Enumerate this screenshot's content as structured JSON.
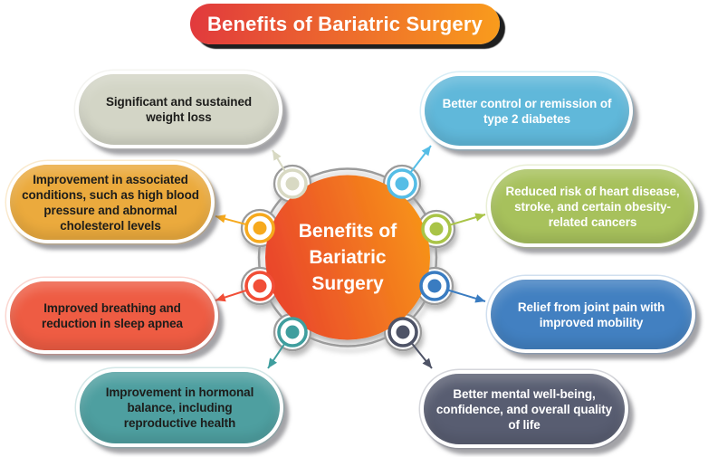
{
  "page": {
    "background": "#ffffff"
  },
  "title": {
    "label": "Benefits of Bariatric Surgery",
    "gradient_start": "#e1393d",
    "gradient_end": "#f99c1c",
    "text_color": "#ffffff"
  },
  "center": {
    "label": "Benefits of Bariatric Surgery",
    "gradient_start": "#e9432d",
    "gradient_end": "#f79318",
    "text_color": "#ffffff",
    "ring_color": "#9b9b9b"
  },
  "benefits": [
    {
      "id": "weight-loss",
      "label": "Significant and sustained weight loss",
      "color": "#d3d5c6",
      "text_color": "#1d1d1b",
      "connector_color": "#d8d9c3"
    },
    {
      "id": "type-2-diabetes",
      "label": "Better control or remission of type 2 diabetes",
      "color": "#60b8da",
      "text_color": "#ffffff",
      "connector_color": "#55bde6"
    },
    {
      "id": "associated-conditions",
      "label": "Improvement in associated conditions, such as high blood pressure and abnormal cholesterol levels",
      "color": "#ebaa3d",
      "text_color": "#1d1d1b",
      "connector_color": "#f6a91d"
    },
    {
      "id": "heart-disease-cancer",
      "label": "Reduced risk of heart disease, stroke, and certain obesity-related cancers",
      "color": "#a7c15c",
      "text_color": "#ffffff",
      "connector_color": "#a9c447"
    },
    {
      "id": "sleep-apnea",
      "label": "Improved breathing and reduction in sleep apnea",
      "color": "#ee5c43",
      "text_color": "#1d1d1b",
      "connector_color": "#f14e37"
    },
    {
      "id": "joint-pain",
      "label": "Relief from joint pain with improved mobility",
      "color": "#4280c1",
      "text_color": "#ffffff",
      "connector_color": "#3a7cc1"
    },
    {
      "id": "hormonal-balance",
      "label": "Improvement in hormonal balance, including reproductive health",
      "color": "#4e9fa0",
      "text_color": "#1d1d1b",
      "connector_color": "#3f9e9e"
    },
    {
      "id": "mental-well-being",
      "label": "Better mental well-being, confidence, and overall quality of life",
      "color": "#585d71",
      "text_color": "#ffffff",
      "connector_color": "#4e5366"
    }
  ]
}
